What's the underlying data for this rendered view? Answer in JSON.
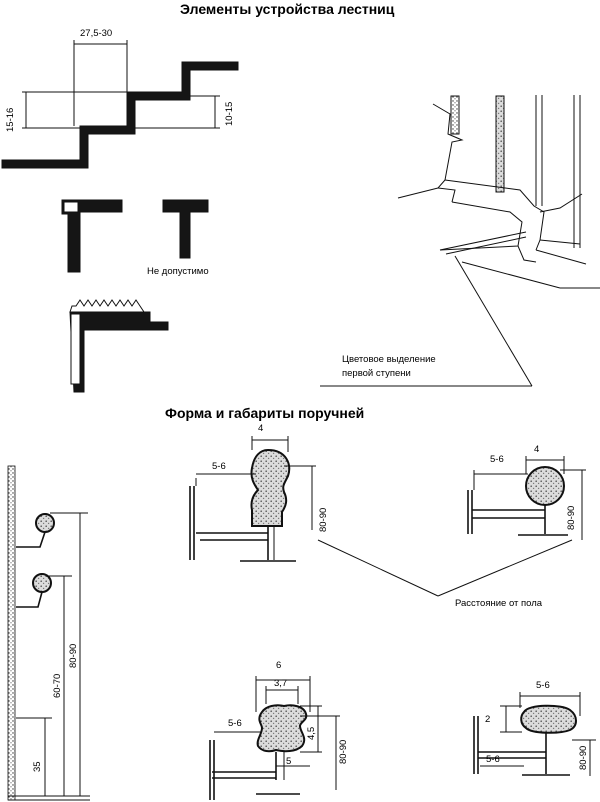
{
  "titles": {
    "stairs": "Элементы устройства лестниц",
    "handrails": "Форма и габариты поручней"
  },
  "stairs": {
    "tread": "27,5-30",
    "riser_left": "15-16",
    "riser_right": "10-15",
    "not_allowed": "Не допустимо",
    "first_step_note_1": "Цветовое выделение",
    "first_step_note_2": "первой ступени"
  },
  "handrails": {
    "floor_distance": "Расстояние от пола",
    "wall_high": "80-90",
    "wall_mid": "60-70",
    "wall_low": "35",
    "r1_top": "4",
    "r1_offset": "5-6",
    "r1_height": "80-90",
    "r2_top": "4",
    "r2_offset": "5-6",
    "r2_height": "80-90",
    "r3_width": "6",
    "r3_inner": "3,7",
    "r3_offset": "5-6",
    "r3_height": "4,5",
    "r3_base": "5",
    "r3_floor": "80-90",
    "r4_width": "5-6",
    "r4_thick": "2",
    "r4_offset": "5-6",
    "r4_floor": "80-90"
  }
}
